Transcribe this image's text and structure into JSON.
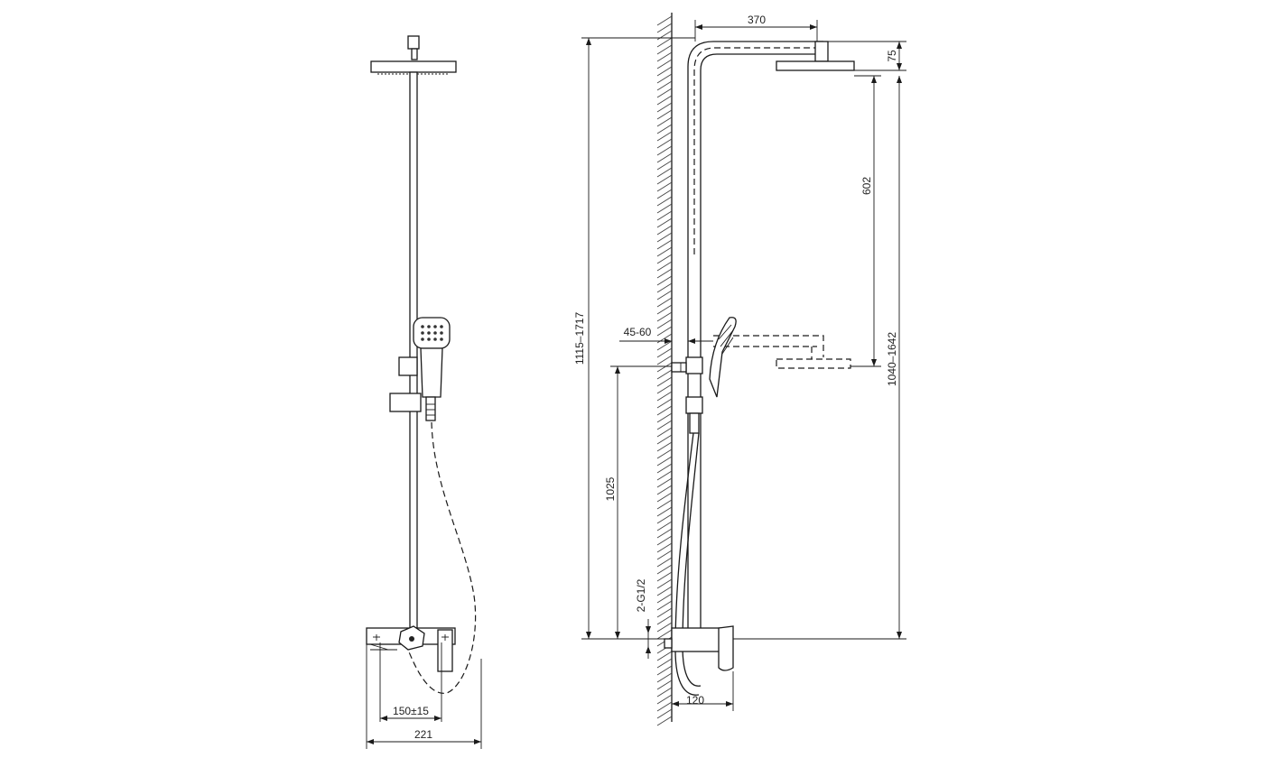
{
  "dimensions": {
    "front_center_spacing": "150±15",
    "front_width": "221",
    "side_head_reach": "370",
    "side_head_height": "75",
    "side_head_travel": "602",
    "side_total_height": "1115–1717",
    "side_arm_height": "1040–1642",
    "side_wall_gap": "45-60",
    "side_mixer_height": "1025",
    "side_inlet_thread": "2-G1/2",
    "side_mixer_depth": "120"
  }
}
